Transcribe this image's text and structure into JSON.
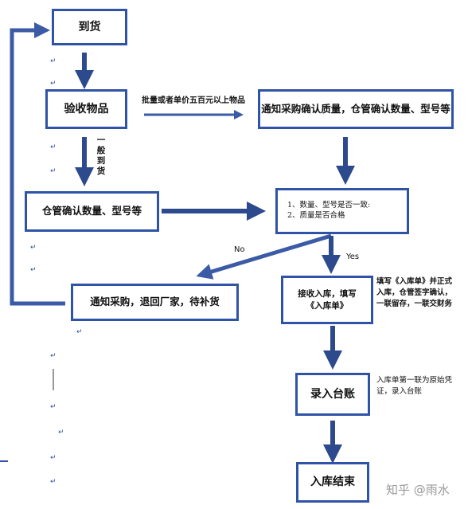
{
  "nodes": {
    "arrival": "到货",
    "inspect": "验收物品",
    "notify_quality": "通知采购确认质量，仓管确认数量、型号等",
    "warehouse_confirm": "仓管确认数量、型号等",
    "check_1": "1、数量、型号是否一致:",
    "check_2": "2、质量是否合格",
    "return_notify": "通知采购，退回厂家，待补货",
    "receive_1": "接收入库，填写",
    "receive_2": "《入库单》",
    "ledger": "录入台账",
    "end": "入库结束"
  },
  "edge_labels": {
    "batch": "批量或者单价五百元以上物品",
    "general": [
      "一",
      "般",
      "到",
      "货"
    ],
    "no": "No",
    "yes": "Yes"
  },
  "notes": {
    "fill_form": [
      "填写《入库单》并正式",
      "入库，仓管签字确认，",
      "一联留存，一联交财务"
    ],
    "ledger_note": [
      "入库单第一联为原始凭",
      "证，录入台账"
    ]
  },
  "watermark": "知乎 @雨水",
  "colors": {
    "box_border": "#2f53a7",
    "arrow": "#3b5ba7",
    "arrow_dark": "#2c4a8c"
  }
}
